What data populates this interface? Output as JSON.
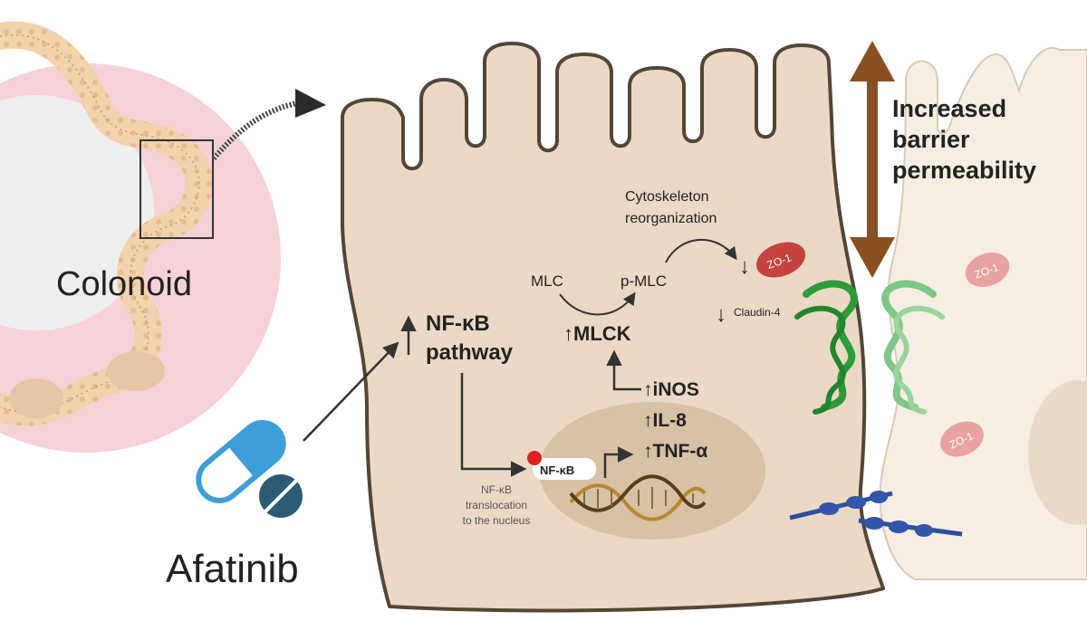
{
  "colonoid": {
    "label": "Colonoid"
  },
  "drug": {
    "label": "Afatinib"
  },
  "barrier": {
    "line1": "Increased",
    "line2": "barrier",
    "line3": "permeability"
  },
  "pathway": {
    "nfkb_line1": "NF-κB",
    "nfkb_line2": "pathway",
    "up_arrow_glyph": "↑",
    "nucleus_nfkb": "NF-κB",
    "translocation_line1": "NF-κB",
    "translocation_line2": "translocation",
    "translocation_line3": "to the nucleus",
    "inos": "↑iNOS",
    "il8": "↑IL-8",
    "tnf": "↑TNF-α",
    "mlck": "↑MLCK",
    "mlc": "MLC",
    "pmlc": "p-MLC",
    "cyto_line1": "Cytoskeleton",
    "cyto_line2": "reorganization",
    "zo1": "ZO-1",
    "down_arrow_glyph": "↓",
    "claudin": "Claudin-4"
  },
  "colors": {
    "cell_fill": "#ead9c4",
    "cell_stroke": "#514638",
    "nucleus": "#d8c1a5",
    "arrow_brown": "#8a4f1f",
    "zo1_red": "#c4423f",
    "claudin_green": "#2e9b3a",
    "pill_blue": "#3d9ed8",
    "pill_dark": "#2d5b76",
    "colonoid_pink": "#f2c6ce"
  }
}
